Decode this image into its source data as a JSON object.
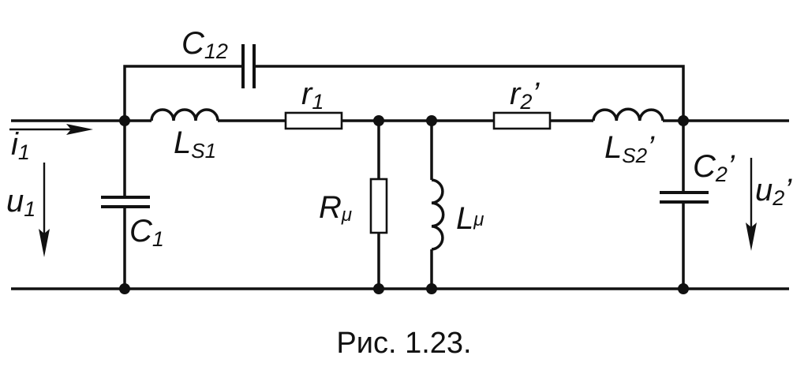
{
  "diagram": {
    "caption": "Рис. 1.23.",
    "labels": {
      "c12": {
        "main": "C",
        "sub": "12"
      },
      "r1": {
        "main": "r",
        "sub": "1"
      },
      "r2": {
        "main": "r",
        "sub": "2",
        "prime": "’"
      },
      "ls1": {
        "main": "L",
        "sub": "S1"
      },
      "ls2": {
        "main": "L",
        "sub": "S2",
        "prime": "’"
      },
      "i1": {
        "main": "i",
        "sub": "1"
      },
      "u1": {
        "main": "u",
        "sub": "1"
      },
      "c1": {
        "main": "C",
        "sub": "1"
      },
      "rmu": {
        "main": "R",
        "sub": "μ"
      },
      "lmu": {
        "main": "L",
        "sub": "μ"
      },
      "c2": {
        "main": "C",
        "sub": "2",
        "prime": "’"
      },
      "u2": {
        "main": "u",
        "sub": "2",
        "prime": "’"
      }
    },
    "colors": {
      "ink": "#111111",
      "background": "#ffffff"
    }
  }
}
